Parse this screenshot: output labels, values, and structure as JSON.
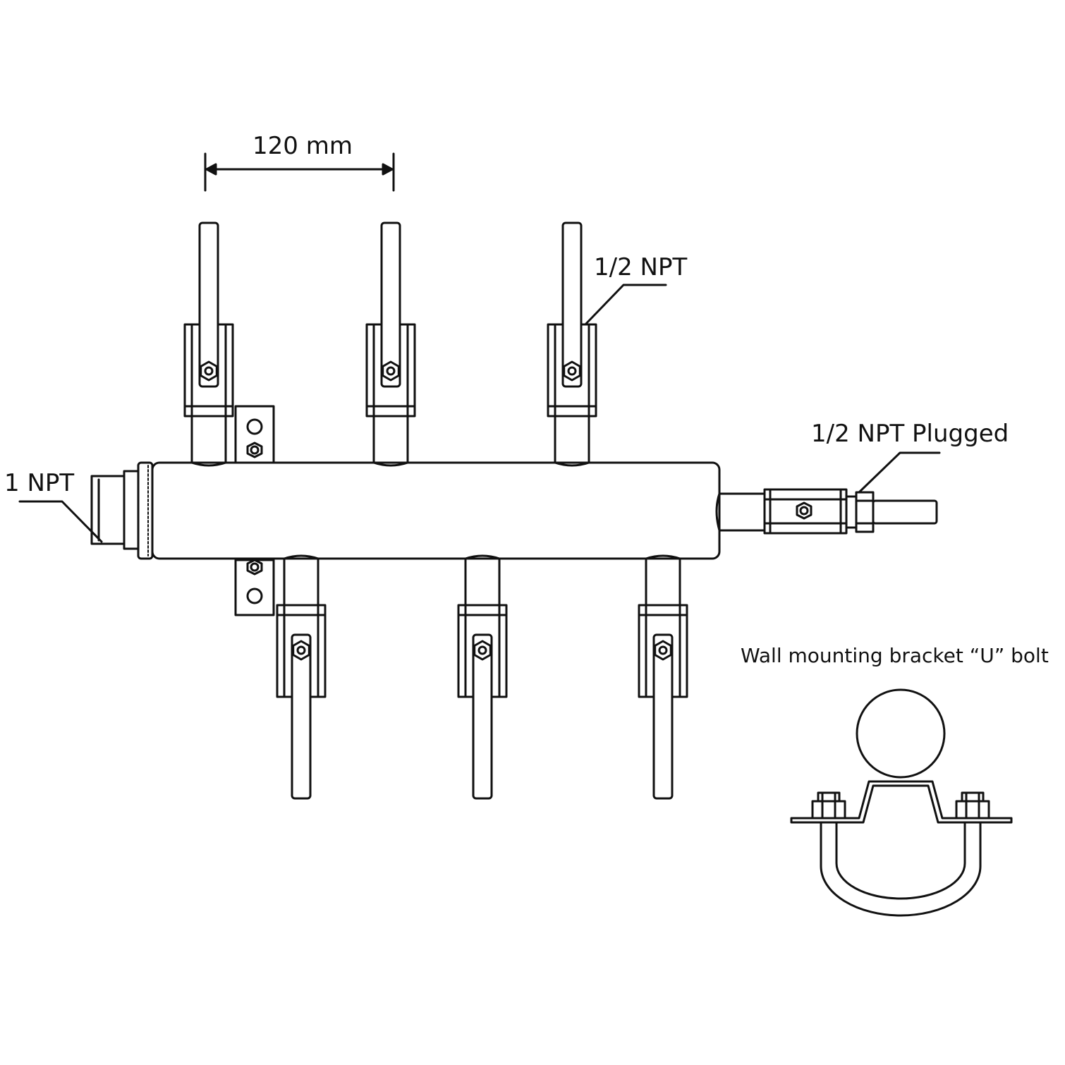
{
  "labels": {
    "dimension": "120 mm",
    "branch_port": "1/2 NPT",
    "plugged_port": "1/2 NPT Plugged",
    "inlet_port": "1 NPT",
    "bracket_title": "Wall mounting bracket “U” bolt"
  },
  "manifold": {
    "top_valves": 3,
    "bottom_valves": 3
  },
  "colors": {
    "line": "#111111",
    "fill": "#ffffff"
  }
}
